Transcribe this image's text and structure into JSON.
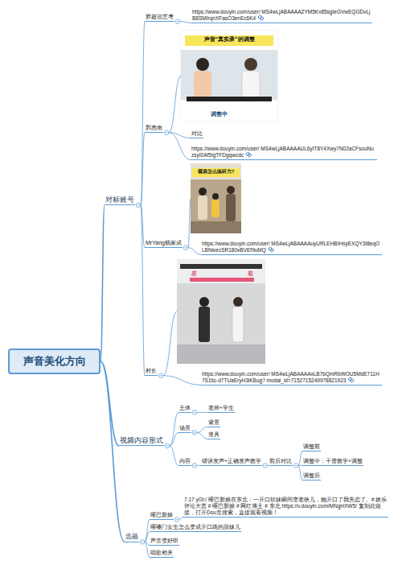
{
  "diagram": {
    "nodes": [
      {
        "text": [
          "声音美化方向"
        ]
      },
      {
        "text": [
          "对标账号"
        ]
      },
      {
        "text": [
          "胖超说艺考"
        ]
      },
      {
        "text": [
          "https://www.douyin.com/user/ MS4wLjABAAAAZYM5Kx85sgIeGVwEQGDvLjB8SMIrqnXFasO3enEc6K4"
        ]
      },
      {
        "text": [
          "郭惠南"
        ]
      },
      {
        "text": [
          "对比"
        ]
      },
      {
        "text": [
          "https://www.douyin.com/user/ MS4wLjABAAAAUL6yIT8Y4Xwy7N02aCFsouNuzsyI0Af5IgTFDgqwcdc"
        ]
      },
      {
        "text": [
          "MrYang杨家成"
        ]
      },
      {
        "text": [
          "https://www.douyin.com/user/ MS4wLjABAAAAuyURLEHBIHsyEXQY3t8eqOLBNivecSR180vBVEf9uMQ"
        ]
      },
      {
        "text": [
          "村长"
        ]
      },
      {
        "text": [
          "https://www.douyin.com/user/ MS4wLjABAAAAxLB7bQmRbWOU5MdE711H7S1tic-d7TUaEryH3iKBug? modal_id=7152715249978821923"
        ]
      },
      {
        "text": [
          "视频内容形式"
        ]
      },
      {
        "text": [
          "主体"
        ]
      },
      {
        "text": [
          "老师+学生"
        ]
      },
      {
        "text": [
          "场景"
        ]
      },
      {
        "text": [
          "背景"
        ]
      },
      {
        "text": [
          "道具"
        ]
      },
      {
        "text": [
          "内容"
        ]
      },
      {
        "text": [
          "错误发声+正确发声教学"
        ]
      },
      {
        "text": [
          "前后对比"
        ]
      },
      {
        "text": [
          "调整前"
        ]
      },
      {
        "text": [
          "调整中：干货教学+调整"
        ]
      },
      {
        "text": [
          "调整后"
        ]
      },
      {
        "text": [
          "选题"
        ]
      },
      {
        "text": [
          "哑巴新娘"
        ]
      },
      {
        "text": [
          "7.17 yGt:/ 哑巴新娘在东北：一开口软妹瞬间变老铁儿，她开口了我失恋了。# 娱乐评论大赏 # 哑巴新娘 # 网红博主 # 东北 https://v.douyin.com/MNgHXW5/ 复制此链接，打开Dou音搜索，直接观看视频！"
        ]
      },
      {
        "text": [
          "哑嗓门女生怎么变成开口跪的甜妹儿"
        ]
      },
      {
        "text": [
          "声音变好听"
        ]
      },
      {
        "text": [
          "唱歌相关"
        ]
      }
    ],
    "edges": [
      {
        "from": 0,
        "to": 1,
        "arrow": "none"
      },
      {
        "from": 0,
        "to": 11,
        "arrow": "none"
      },
      {
        "from": 0,
        "to": 23,
        "arrow": "none"
      },
      {
        "from": 1,
        "to": 2,
        "arrow": "none"
      },
      {
        "from": 1,
        "to": 4,
        "arrow": "none"
      },
      {
        "from": 1,
        "to": 7,
        "arrow": "none"
      },
      {
        "from": 1,
        "to": 9,
        "arrow": "none"
      },
      {
        "from": 2,
        "to": 3,
        "arrow": "none"
      },
      {
        "from": 4,
        "to": 5,
        "arrow": "none"
      },
      {
        "from": 4,
        "to": 6,
        "arrow": "none"
      },
      {
        "from": 7,
        "to": 8,
        "arrow": "none"
      },
      {
        "from": 9,
        "to": 10,
        "arrow": "none"
      },
      {
        "from": 11,
        "to": 12,
        "arrow": "none"
      },
      {
        "from": 11,
        "to": 14,
        "arrow": "none"
      },
      {
        "from": 11,
        "to": 17,
        "arrow": "none"
      },
      {
        "from": 12,
        "to": 13,
        "arrow": "none"
      },
      {
        "from": 14,
        "to": 15,
        "arrow": "none"
      },
      {
        "from": 14,
        "to": 16,
        "arrow": "none"
      },
      {
        "from": 17,
        "to": 18,
        "arrow": "none"
      },
      {
        "from": 18,
        "to": 19,
        "arrow": "none"
      },
      {
        "from": 19,
        "to": 20,
        "arrow": "none"
      },
      {
        "from": 19,
        "to": 21,
        "arrow": "none"
      },
      {
        "from": 19,
        "to": 22,
        "arrow": "none"
      },
      {
        "from": 23,
        "to": 24,
        "arrow": "none"
      },
      {
        "from": 23,
        "to": 26,
        "arrow": "none"
      },
      {
        "from": 23,
        "to": 27,
        "arrow": "none"
      },
      {
        "from": 23,
        "to": 28,
        "arrow": "none"
      },
      {
        "from": 24,
        "to": 25,
        "arrow": "none"
      }
    ],
    "labels": [
      "声音“真实录”的调整",
      "调整中",
      "额肩怎么练听力?",
      "左",
      "右"
    ]
  }
}
